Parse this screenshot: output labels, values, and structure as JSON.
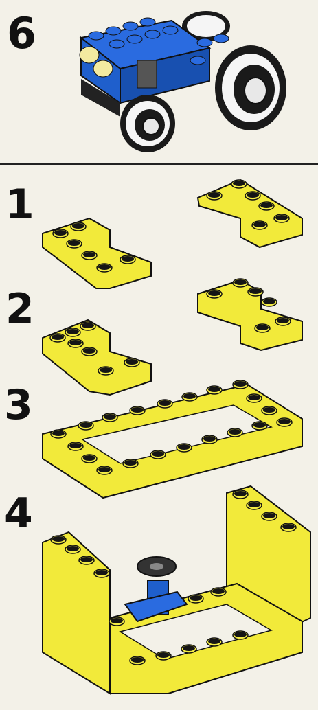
{
  "model": {
    "number": "6",
    "colors": {
      "body": "#1f5fcc",
      "yellow": "#f2ea3a",
      "stud_hole": "#151515",
      "tire": "#1a1a1a"
    },
    "icon": "blue-tractor-model"
  },
  "steps": [
    {
      "number": "1",
      "description_icon": "two-yellow-l-plates"
    },
    {
      "number": "2",
      "description_icon": "stacked-yellow-l-plates"
    },
    {
      "number": "3",
      "description_icon": "yellow-rectangular-frame"
    },
    {
      "number": "4",
      "description_icon": "yellow-seat-frame-with-steering-wheel"
    }
  ]
}
